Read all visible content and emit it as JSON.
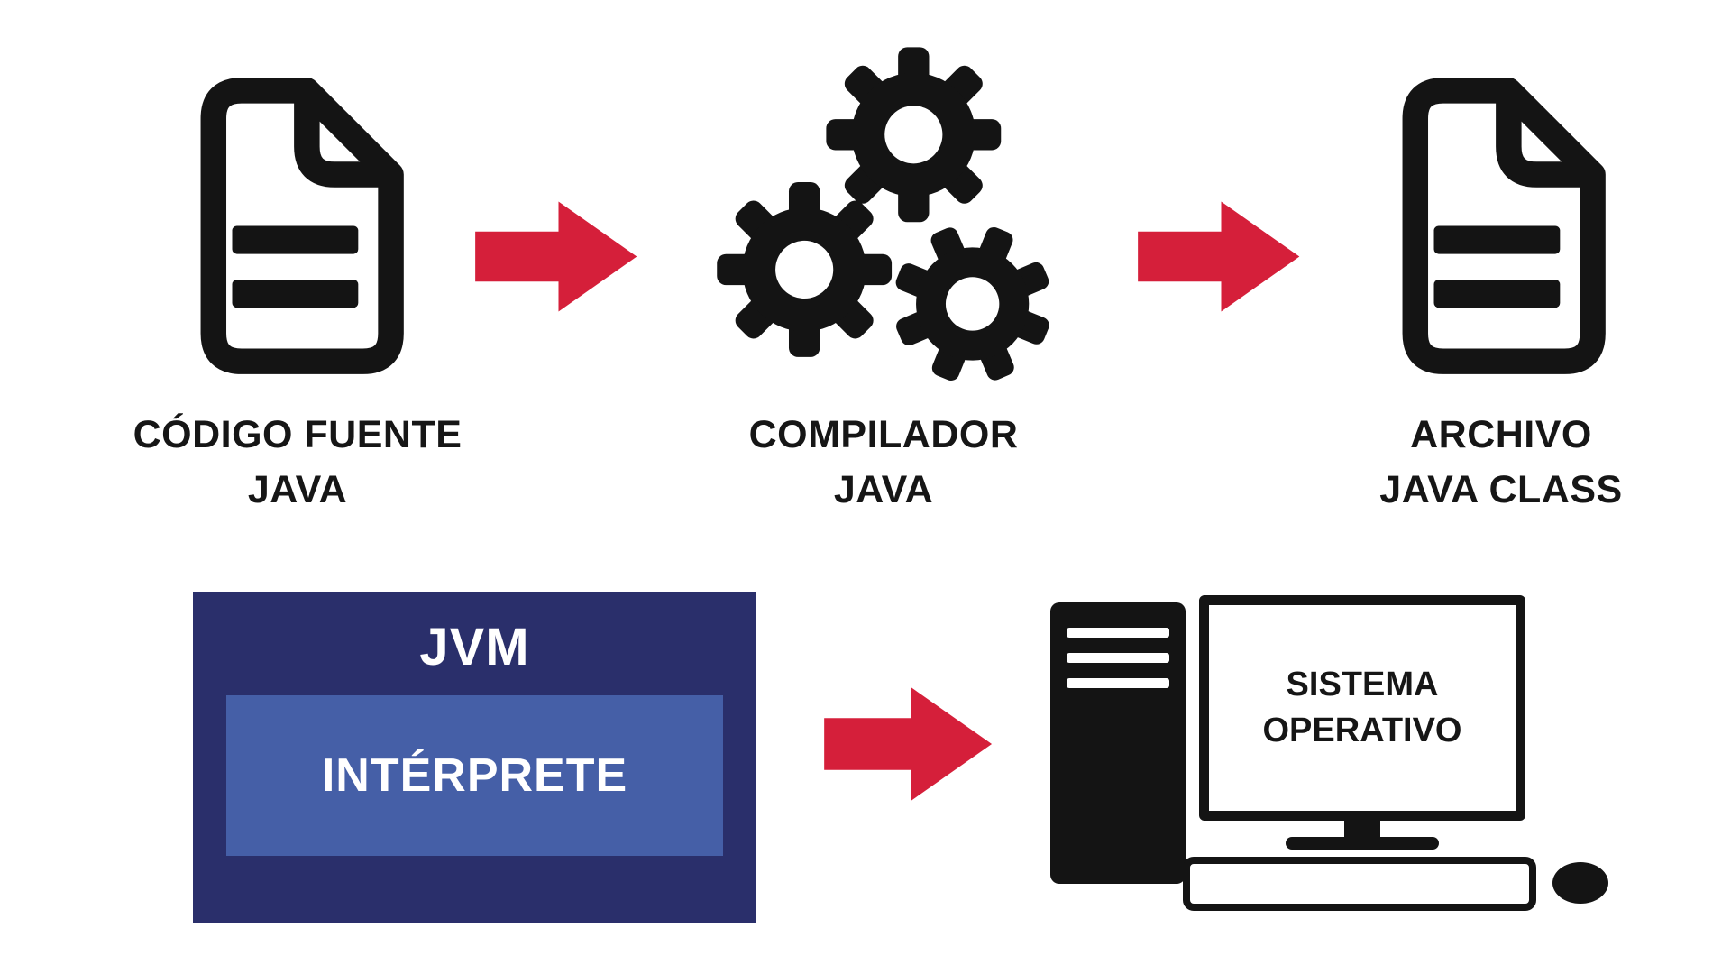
{
  "diagram": {
    "background": "#ffffff",
    "colors": {
      "icon_black": "#141414",
      "arrow_red": "#d51f3a",
      "jvm_outer_navy": "#2a2f6b",
      "jvm_inner_blue": "#455fa7",
      "text_white": "#ffffff"
    },
    "nodes": {
      "source": {
        "icon": "document-icon",
        "label_line1": "CÓDIGO FUENTE",
        "label_line2": "JAVA"
      },
      "compiler": {
        "icon": "gears-icon",
        "label_line1": "COMPILADOR",
        "label_line2": "JAVA"
      },
      "class_file": {
        "icon": "document-icon",
        "label_line1": "ARCHIVO",
        "label_line2": "JAVA CLASS"
      },
      "jvm": {
        "title": "JVM",
        "interpreter_label": "INTÉRPRETE"
      },
      "operating_system": {
        "icon": "computer-icon",
        "label_line1": "SISTEMA",
        "label_line2": "OPERATIVO"
      }
    },
    "arrows": {
      "icon": "arrow-right-icon",
      "color": "#d51f3a"
    }
  }
}
